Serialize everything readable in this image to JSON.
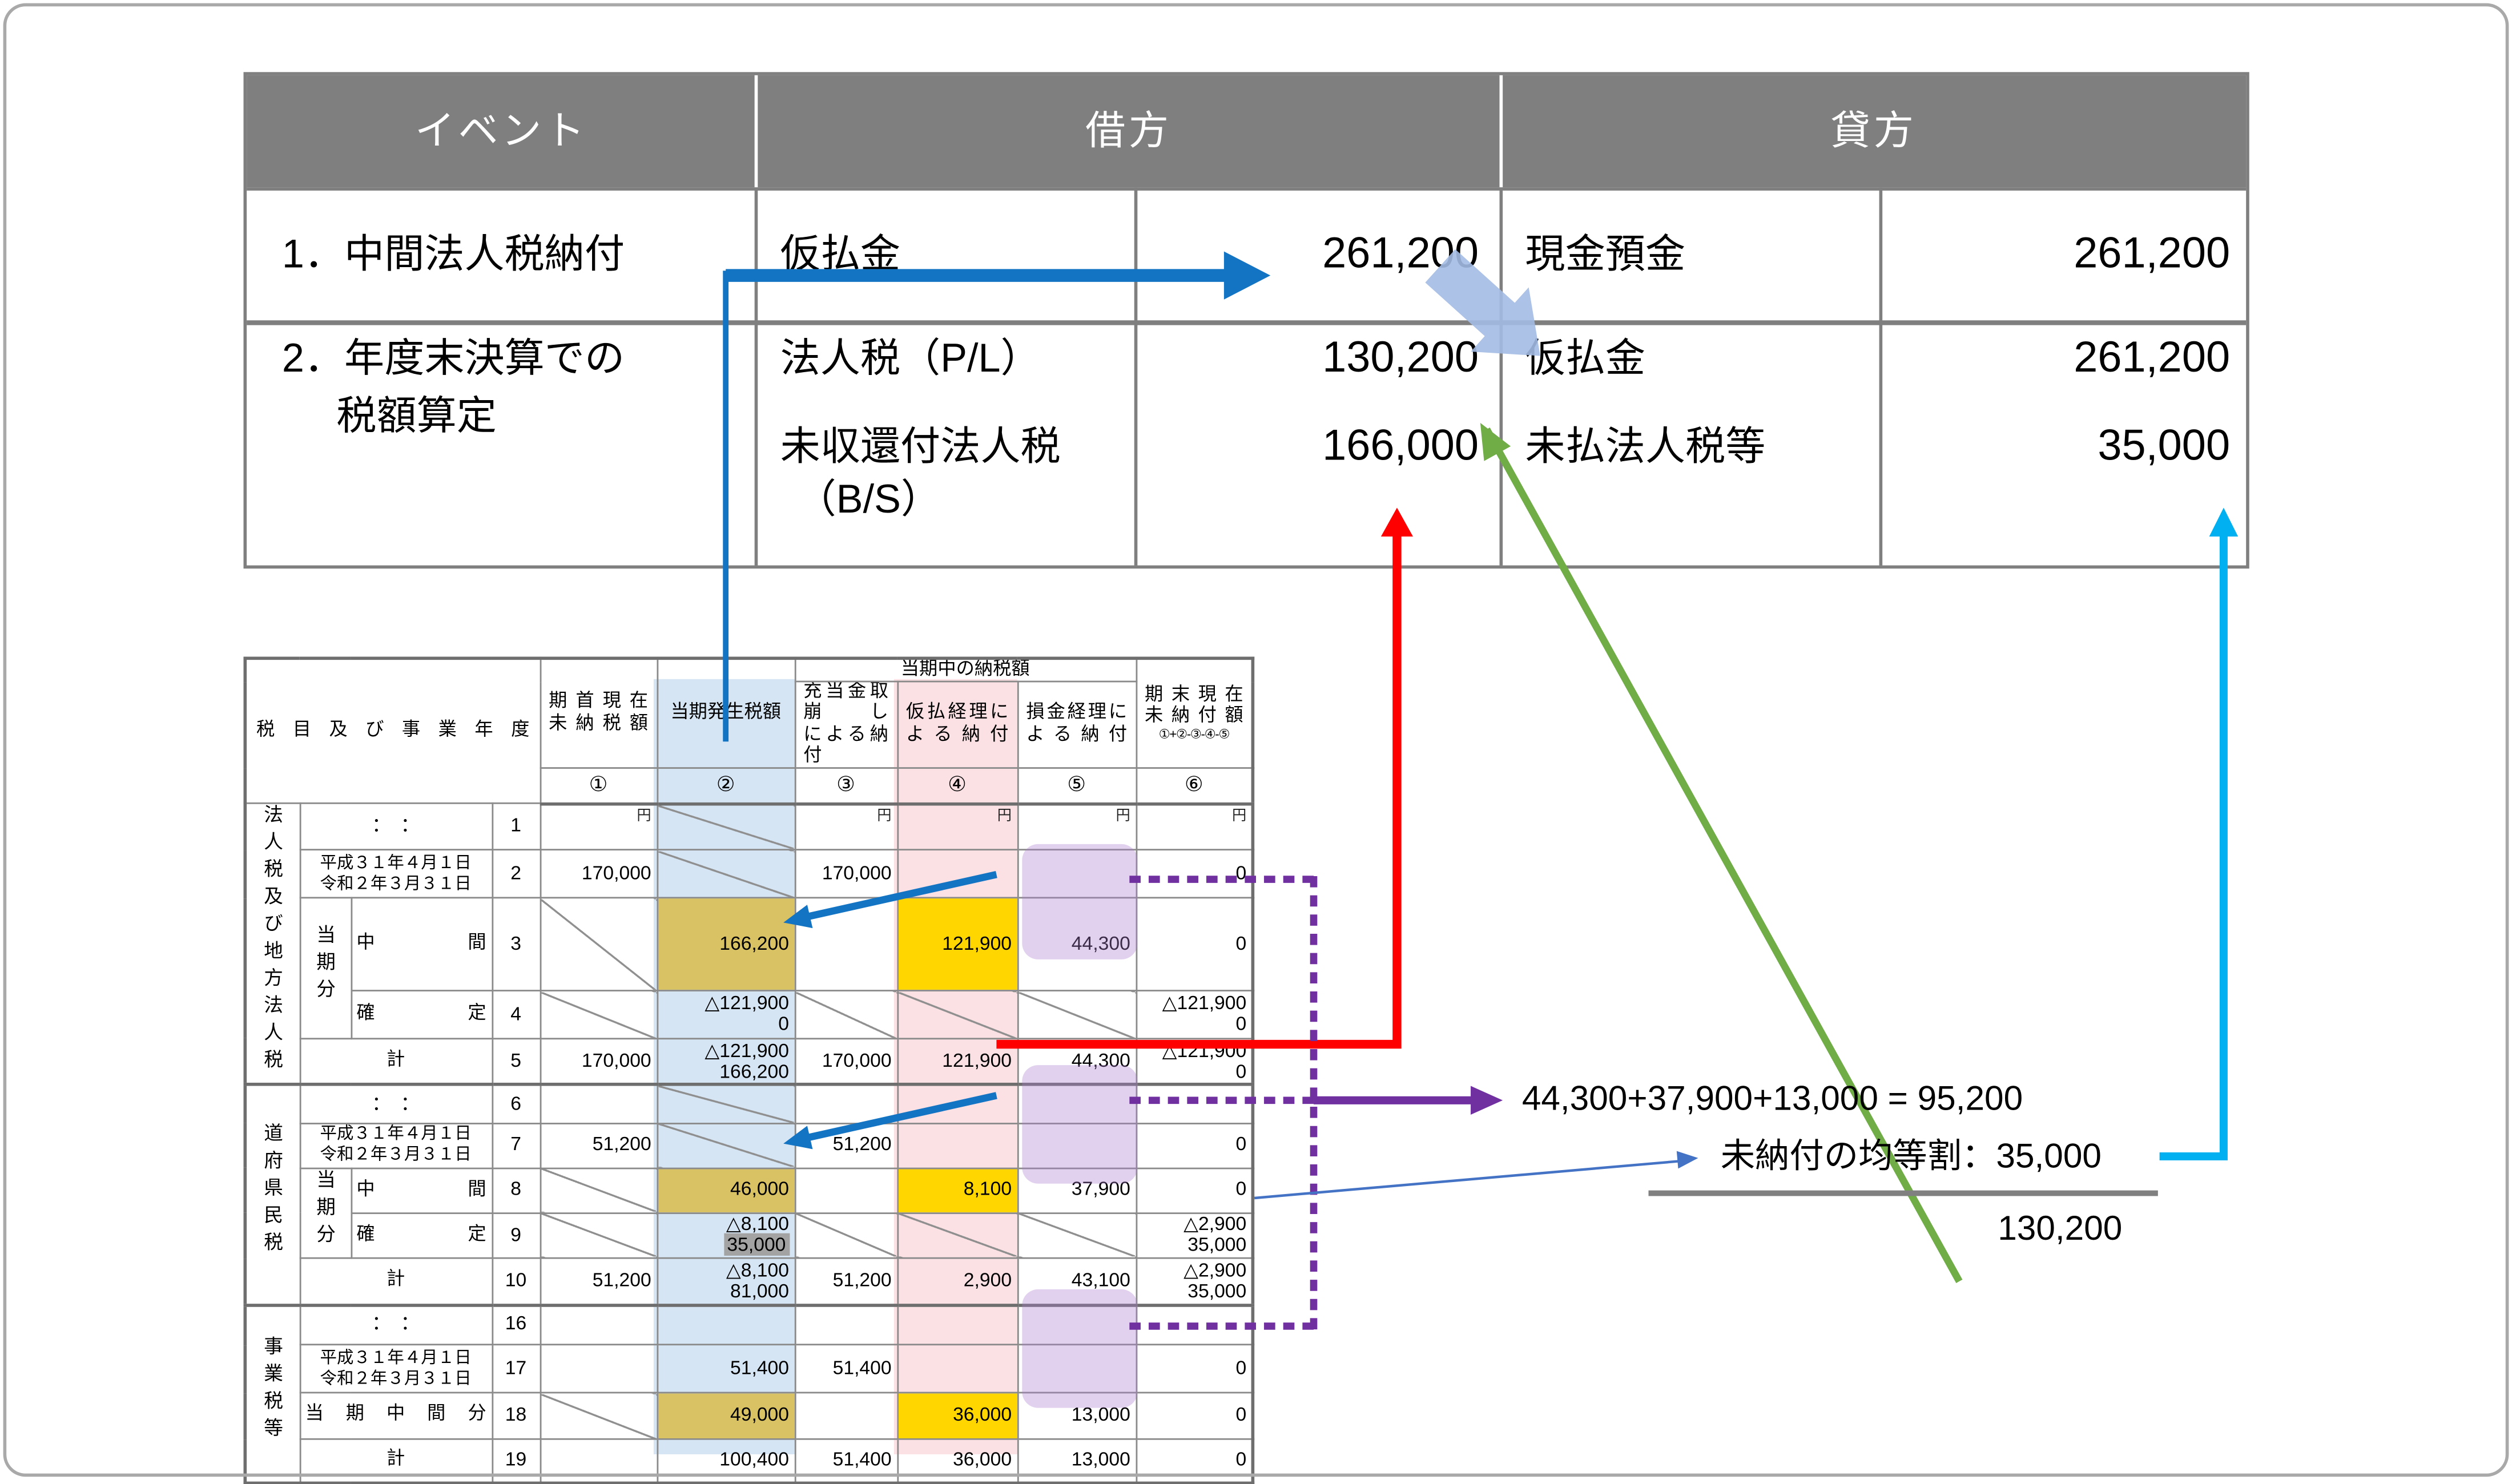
{
  "journal": {
    "headers": {
      "event": "イベント",
      "debit": "借方",
      "credit": "貸方"
    },
    "row1": {
      "event": "1．中間法人税納付",
      "debit_account": "仮払金",
      "debit_amount": "261,200",
      "credit_account": "現金預金",
      "credit_amount": "261,200"
    },
    "row2": {
      "event_line1": "2．年度末決算での",
      "event_line2": "税額算定",
      "debit1_account": "法人税（P/L）",
      "debit1_amount": "130,200",
      "debit2_account": "未収還付法人税",
      "debit2_account_line2": "（B/S）",
      "debit2_amount": "166,000",
      "credit1_account": "仮払金",
      "credit1_amount": "261,200",
      "credit2_account": "未払法人税等",
      "credit2_amount": "35,000"
    }
  },
  "tax_table": {
    "title_col": "税目及び事業年度",
    "yen": "円",
    "headers": {
      "c1a": "期首現在",
      "c1b": "未納税額",
      "c2": "当期発生税額",
      "group": "当期中の納税額",
      "c3a": "充当金取崩し",
      "c3b": "による納付",
      "c4a": "仮払経理に",
      "c4b": "よる納付",
      "c5a": "損金経理に",
      "c5b": "よる納付",
      "c6a": "期末現在",
      "c6b": "未納付額",
      "c6c": "①+②-③-④-⑤"
    },
    "col_nums": [
      "①",
      "②",
      "③",
      "④",
      "⑤",
      "⑥"
    ],
    "sections": [
      {
        "label": "法人税及び地方法人税",
        "rows": [
          {
            "desc": "：　：",
            "num": "1"
          },
          {
            "desc1": "平成３１年４月１日",
            "desc2": "令和２年３月３１日",
            "num": "2",
            "c1": "170,000",
            "c3": "170,000",
            "c6": "0"
          },
          {
            "sub": "当期分",
            "desc": "中間",
            "num": "3",
            "c2": "166,200",
            "c4": "121,900",
            "c5": "44,300",
            "c6": "0"
          },
          {
            "desc": "確定",
            "num": "4",
            "c2a": "△121,900",
            "c2b": "0",
            "c6a": "△121,900",
            "c6b": "0"
          },
          {
            "desc": "計",
            "num": "5",
            "c1": "170,000",
            "c2a": "△121,900",
            "c2b": "166,200",
            "c3": "170,000",
            "c4": "121,900",
            "c5": "44,300",
            "c6a": "△121,900",
            "c6b": "0"
          }
        ]
      },
      {
        "label": "道府県民税",
        "rows": [
          {
            "desc": "：　：",
            "num": "6"
          },
          {
            "desc1": "平成３１年４月１日",
            "desc2": "令和２年３月３１日",
            "num": "7",
            "c1": "51,200",
            "c3": "51,200",
            "c6": "0"
          },
          {
            "sub": "当期分",
            "desc": "中間",
            "num": "8",
            "c2": "46,000",
            "c4": "8,100",
            "c5": "37,900",
            "c6": "0"
          },
          {
            "desc": "確定",
            "num": "9",
            "c2a": "△8,100",
            "c2b": "35,000",
            "c6a": "△2,900",
            "c6b": "35,000"
          },
          {
            "desc": "計",
            "num": "10",
            "c1": "51,200",
            "c2a": "△8,100",
            "c2b": "81,000",
            "c3": "51,200",
            "c4": "2,900",
            "c5": "43,100",
            "c6a": "△2,900",
            "c6b": "35,000"
          }
        ]
      },
      {
        "label": "事業税等",
        "rows": [
          {
            "desc": "：　：",
            "num": "16"
          },
          {
            "desc1": "平成３１年４月１日",
            "desc2": "令和２年３月３１日",
            "num": "17",
            "c2": "51,400",
            "c3": "51,400",
            "c6": "0"
          },
          {
            "desc": "当期中間分",
            "num": "18",
            "c2": "49,000",
            "c4": "36,000",
            "c5": "13,000",
            "c6": "0"
          },
          {
            "desc": "計",
            "num": "19",
            "c2": "100,400",
            "c3": "51,400",
            "c4": "36,000",
            "c5": "13,000",
            "c6": "0"
          }
        ]
      }
    ]
  },
  "annotations": {
    "sum_formula": "44,300+37,900+13,000 = 95,200",
    "unpaid_kinto": "未納付の均等割：35,000",
    "total": "130,200"
  },
  "colors": {
    "header_gray": "#7f7f7f",
    "band_blue": "#aac8e8",
    "band_pink": "#f6b7be",
    "cell_gold": "#d8c263",
    "cell_yellow": "#ffd600",
    "blob_purple": "#a87ccd",
    "gray_box": "#a3a3a3",
    "arrow_blue": "#1474c4",
    "arrow_red": "#ff0000",
    "arrow_green": "#70ad47",
    "arrow_cyan": "#00b0f0",
    "arrow_thin_blue": "#4472c4",
    "arrow_purple": "#7030a0",
    "block_arrow": "#a3bbe3"
  }
}
